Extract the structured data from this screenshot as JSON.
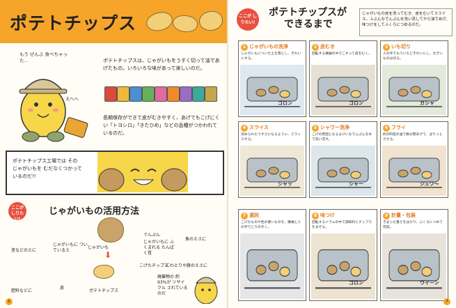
{
  "left": {
    "title": "ポテトチップス",
    "bubble_mascot": "もう ぜんぶ 食べちゃった…",
    "bubble_ehe": "えへへ",
    "intro": "ポテトチップスは、じゃがいもをうすく切って油であげたもの。いろいろな味があって楽しいのだ。",
    "storage": "長期保存ができて皮がむきやすく、あげてもこげにくい「トヨシロ」「きたひめ」などの品種がつかわれているのだ。",
    "factory_text": "ポテトチップス工場では そのじゃがいもを むだなくつかって いるのだ!!",
    "section_badge": "ここが しりたい!",
    "section_title": "じゃがいもの活用方法",
    "uses": {
      "center": "じゃがいも",
      "chips": "ポテトチップス",
      "leaves": "茎などの土に",
      "soil_on": "じゃがいもに ついている土",
      "compost": "肥料などに",
      "peel": "皮",
      "starch": "でんぷん",
      "starch_desc": "じゃがいもに ふくまれる たんぱく質",
      "fish_feed": "魚のえさに",
      "burnt": "こげたチップス",
      "pig_feed": "にわとりや豚のえさに",
      "waste_note": "廃棄物の 約93%が リサイクル されているのだ"
    },
    "page_number": "6"
  },
  "right": {
    "badge": "ここが しりたい!",
    "title_line1": "ポテトチップスが",
    "title_line2": "できるまで",
    "intro": "じゃがいもの皮を洗ってむき、皮をむいてスライス。ふぶんなでんぷんを洗い流してから油であげ、味つけをしてふくろにつめるのだ。",
    "steps": [
      {
        "num": "1",
        "name": "じゃがいもの洗浄",
        "desc": "じゃがいもについた土を落とし、きれいにする。",
        "sfx": "ゴロン"
      },
      {
        "num": "2",
        "name": "皮むき",
        "desc": "回転する機械の中でこすって皮をむく。",
        "sfx": "ゴロン"
      },
      {
        "num": "3",
        "name": "いも切り",
        "desc": "人の手でもういちどきれいにし、大きいものは切る。",
        "sfx": "ガシャ"
      },
      {
        "num": "4",
        "name": "スライス",
        "desc": "決められたうすさになるように、スライスする。",
        "sfx": "シャッ"
      },
      {
        "num": "5",
        "name": "シャワー洗浄",
        "desc": "こげの原因となるよけいなでんぷんを水で洗い流す。",
        "sfx": "シャー"
      },
      {
        "num": "6",
        "name": "フライ",
        "desc": "約180度の油で数分間あげて、ぱりっとさせる。",
        "sfx": "ジュワ〜"
      },
      {
        "num": "7",
        "name": "選別",
        "desc": "こげたものや色の悪いものを、機械と人の手でとりのぞく。",
        "sfx": ""
      },
      {
        "num": "8",
        "name": "味つけ",
        "desc": "回転するドラムの中で調味料とチップスをまぜる。",
        "sfx": "ゴロン"
      },
      {
        "num": "9",
        "name": "計量・包装",
        "desc": "きまった重さをはかり、ふくろにつめて完成。",
        "sfx": "ウイーン"
      }
    ],
    "page_number": "7"
  },
  "colors": {
    "orange": "#f6a52a",
    "red": "#e9503f",
    "chip": "#f3cf7a",
    "mascot": "#f7d64a"
  }
}
